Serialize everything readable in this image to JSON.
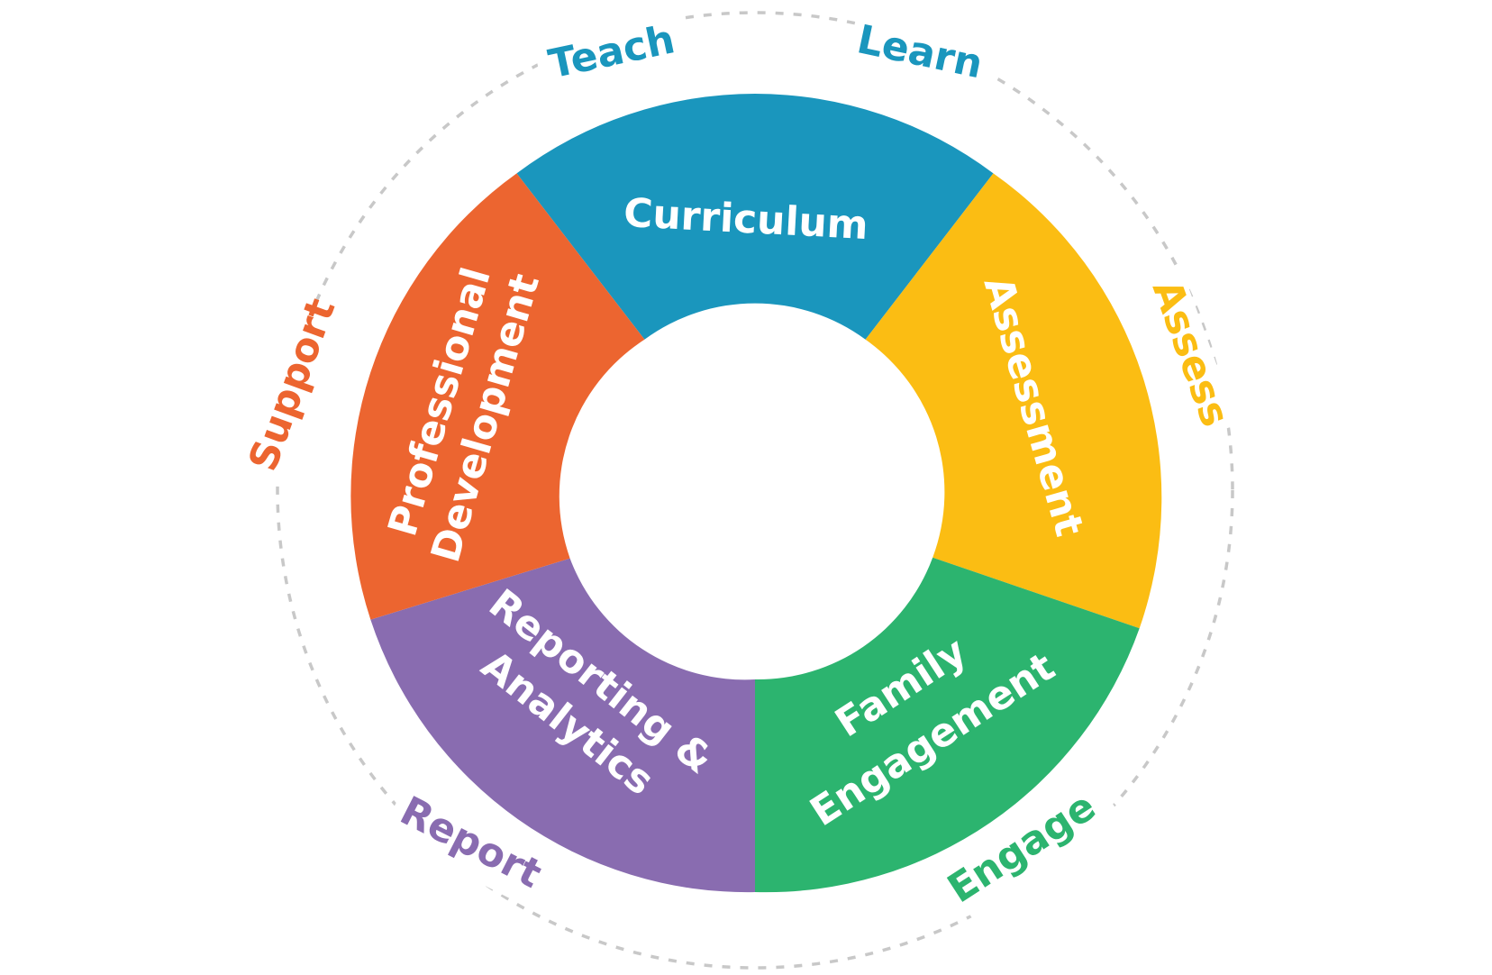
{
  "outer_ring": [
    {
      "label": "Teach",
      "color": "#1a96bd"
    },
    {
      "label": "Learn",
      "color": "#1a96bd"
    },
    {
      "label": "Assess",
      "color": "#fbbd13"
    },
    {
      "label": "Engage",
      "color": "#2cb46f"
    },
    {
      "label": "Report",
      "color": "#896cb0"
    },
    {
      "label": "Support",
      "color": "#ec6530"
    }
  ],
  "segments": [
    {
      "id": "curriculum",
      "lines": [
        "Curriculum"
      ],
      "color": "#1a96bd"
    },
    {
      "id": "assessment",
      "lines": [
        "Assessment"
      ],
      "color": "#fbbd13"
    },
    {
      "id": "family-engagement",
      "lines": [
        "Family",
        "Engagement"
      ],
      "color": "#2cb46f"
    },
    {
      "id": "reporting-analytics",
      "lines": [
        "Reporting &",
        "Analytics"
      ],
      "color": "#896cb0"
    },
    {
      "id": "professional-development",
      "lines": [
        "Professional",
        "Development"
      ],
      "color": "#ec6530"
    }
  ],
  "dashed_ring_color": "#c8c8c8"
}
